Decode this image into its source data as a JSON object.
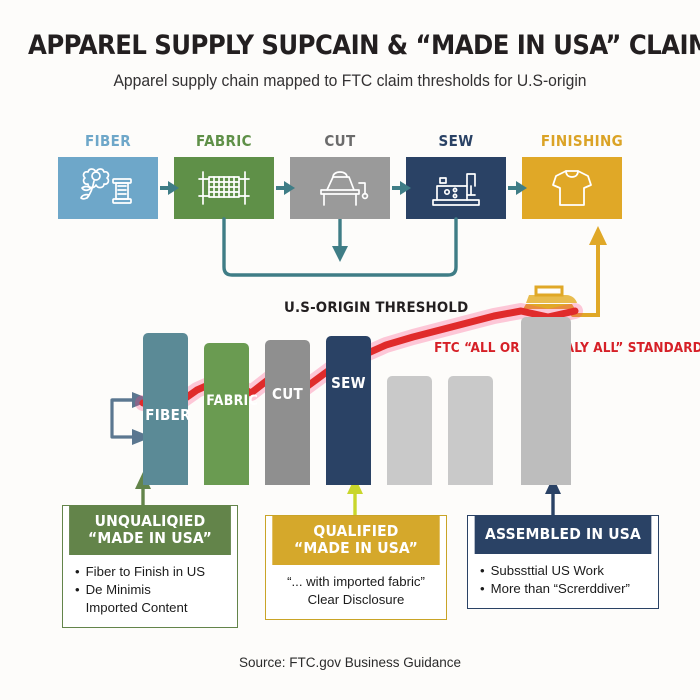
{
  "header": {
    "title": "APPAREL SUPPLY SUPCAIN & “MADE IN USA” CLAIMS",
    "subtitle": "Apparel supply chain mapped to FTC claim thresholds for U.S-origin"
  },
  "supply_chain": {
    "stages": [
      {
        "label": "FIBER",
        "color": "#6ea7c9",
        "icon": "cotton-and-spool-icon"
      },
      {
        "label": "FABRIC",
        "color": "#5f9048",
        "icon": "loom-icon"
      },
      {
        "label": "CUT",
        "color": "#9a9a9a",
        "icon": "cutting-table-icon"
      },
      {
        "label": "SEW",
        "color": "#2a4265",
        "icon": "sewing-machine-icon"
      },
      {
        "label": "FINISHING",
        "color": "#e0a827",
        "icon": "tshirt-icon"
      }
    ],
    "connector_color": "#3f7d86",
    "finishing_arrow_color": "#e0a827",
    "iron_icon": "iron-icon"
  },
  "chart_data": {
    "type": "bar",
    "title": "U.S-ORIGIN THRESHOLD",
    "annotation": "FTC “ALL OR VIRTUALY ALL” STANDARD",
    "annotation_color": "#d62027",
    "categories": [
      "FIBER",
      "FABRIC",
      "CUT",
      "SEW",
      "",
      "",
      ""
    ],
    "values": [
      62,
      58,
      56,
      60,
      42,
      42,
      72
    ],
    "bar_colors": [
      "#5b8a96",
      "#6a9b51",
      "#8f8f8f",
      "#2a4265",
      "#c9c9c9",
      "#c9c9c9",
      "#bdbdbd"
    ],
    "labels_visible": [
      "FIBER",
      "FABRIC",
      "CUT",
      "SEW"
    ],
    "threshold_line": {
      "name": "U.S-origin threshold",
      "color": "#e02b2b",
      "points": [
        30,
        25,
        42,
        48,
        36,
        52,
        44,
        58,
        66,
        72,
        78,
        76,
        80
      ]
    },
    "xlabel": "",
    "ylabel": "",
    "grid": false,
    "legend": "none"
  },
  "callouts": [
    {
      "id": "unqualified",
      "head_line1": "UNQUALIQIED",
      "head_line2": "“MADE IN USA”",
      "head_color": "#63844a",
      "border_color": "#63844a",
      "arrow_color": "#63844a",
      "body_align": "left",
      "bullets": [
        "Fiber to Finish in US",
        "De Minimis\nImported Content"
      ]
    },
    {
      "id": "qualified",
      "head_line1": "QUALIFIED",
      "head_line2": "“MADE IN USA”",
      "head_color": "#d5a82b",
      "border_color": "#c9a427",
      "arrow_color": "#c9d62b",
      "body_align": "center",
      "lines": [
        "“... with imported fabric”",
        "Clear Disclosure"
      ]
    },
    {
      "id": "assembled",
      "head_line1": "ASSEMBLED IN USA",
      "head_line2": "",
      "head_color": "#2a4265",
      "border_color": "#2a4265",
      "arrow_color": "#2a4265",
      "body_align": "left",
      "bullets": [
        "Subssttial US Work",
        "More than “Screrddiver”"
      ]
    }
  ],
  "footer": {
    "source": "Source: FTC.gov Business Guidance"
  }
}
